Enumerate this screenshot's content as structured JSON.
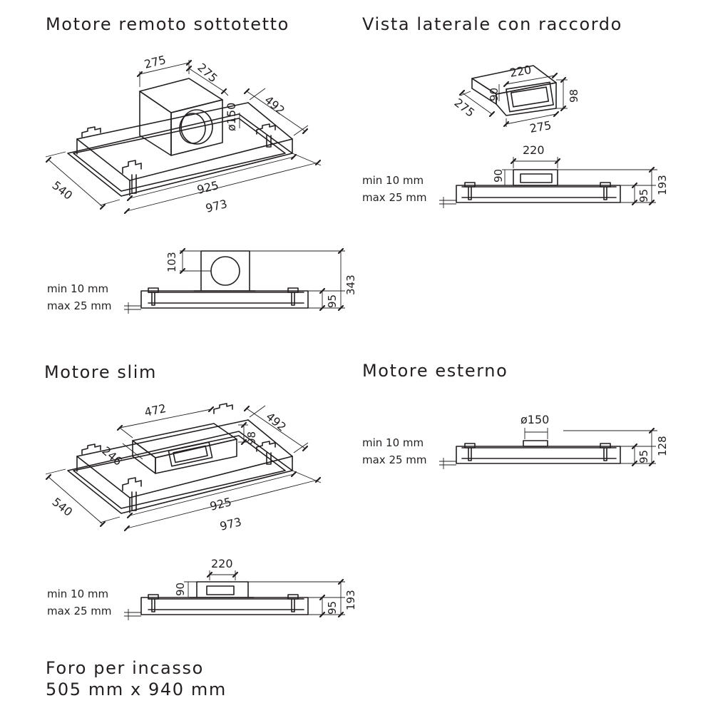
{
  "titles": {
    "remote": "Motore remoto sottotetto",
    "side": "Vista laterale con raccordo",
    "slim": "Motore slim",
    "external": "Motore esterno"
  },
  "hole": {
    "line1": "Foro per incasso",
    "line2": "505 mm x 940 mm"
  },
  "install": {
    "min": "min 10 mm",
    "max": "max 25 mm"
  },
  "remote_iso": {
    "box_width": "275",
    "box_depth": "275",
    "outlet_diameter": "ø150",
    "inner_depth": "492",
    "outer_depth": "540",
    "inner_length": "925",
    "outer_length": "973"
  },
  "remote_front": {
    "box_height": "103",
    "body_height": "95",
    "total_height": "343"
  },
  "side_iso": {
    "duct_width": "220",
    "duct_height": "90",
    "connector_height": "98",
    "depth": "275",
    "length": "275"
  },
  "side_front": {
    "duct_width": "220",
    "duct_height": "90",
    "body_height": "95",
    "total_height": "193"
  },
  "slim_iso": {
    "motor_length": "472",
    "motor_height": "98",
    "motor_depth": "246",
    "inner_depth": "492",
    "outer_depth": "540",
    "inner_length": "925",
    "outer_length": "973"
  },
  "slim_front": {
    "duct_width": "220",
    "duct_height": "90",
    "body_height": "95",
    "total_height": "193"
  },
  "external_front": {
    "outlet_diameter": "ø150",
    "body_height": "95",
    "total_height": "128"
  }
}
